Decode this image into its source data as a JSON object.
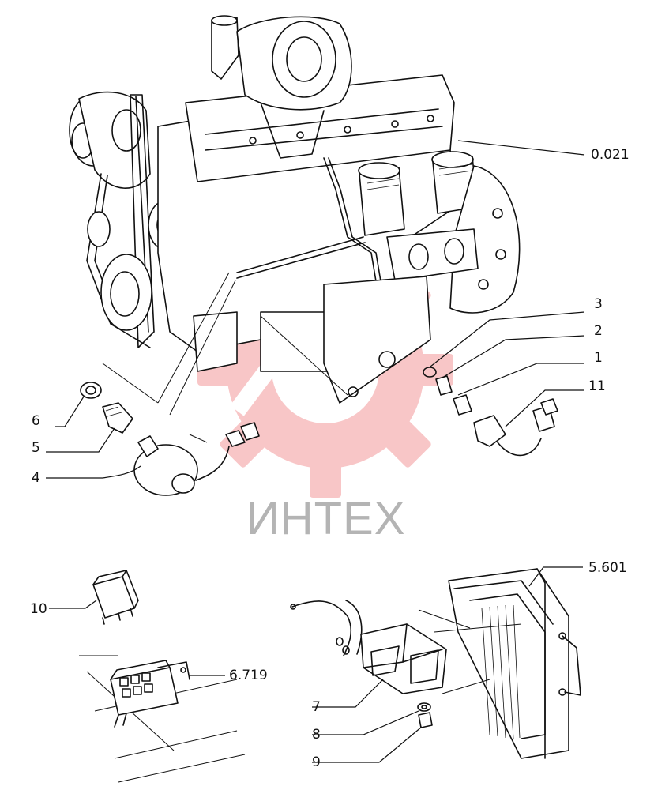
{
  "watermark": {
    "text": "ИНТЕХ",
    "color": "#e8373a"
  },
  "callouts": {
    "ref_0021": "0.021",
    "n3": "3",
    "n2": "2",
    "n1": "1",
    "n11": "11",
    "n6": "6",
    "n5": "5",
    "n4": "4",
    "n10": "10",
    "ref_6719": "6.719",
    "ref_5601": "5.601",
    "n7": "7",
    "n8": "8",
    "n9": "9"
  }
}
